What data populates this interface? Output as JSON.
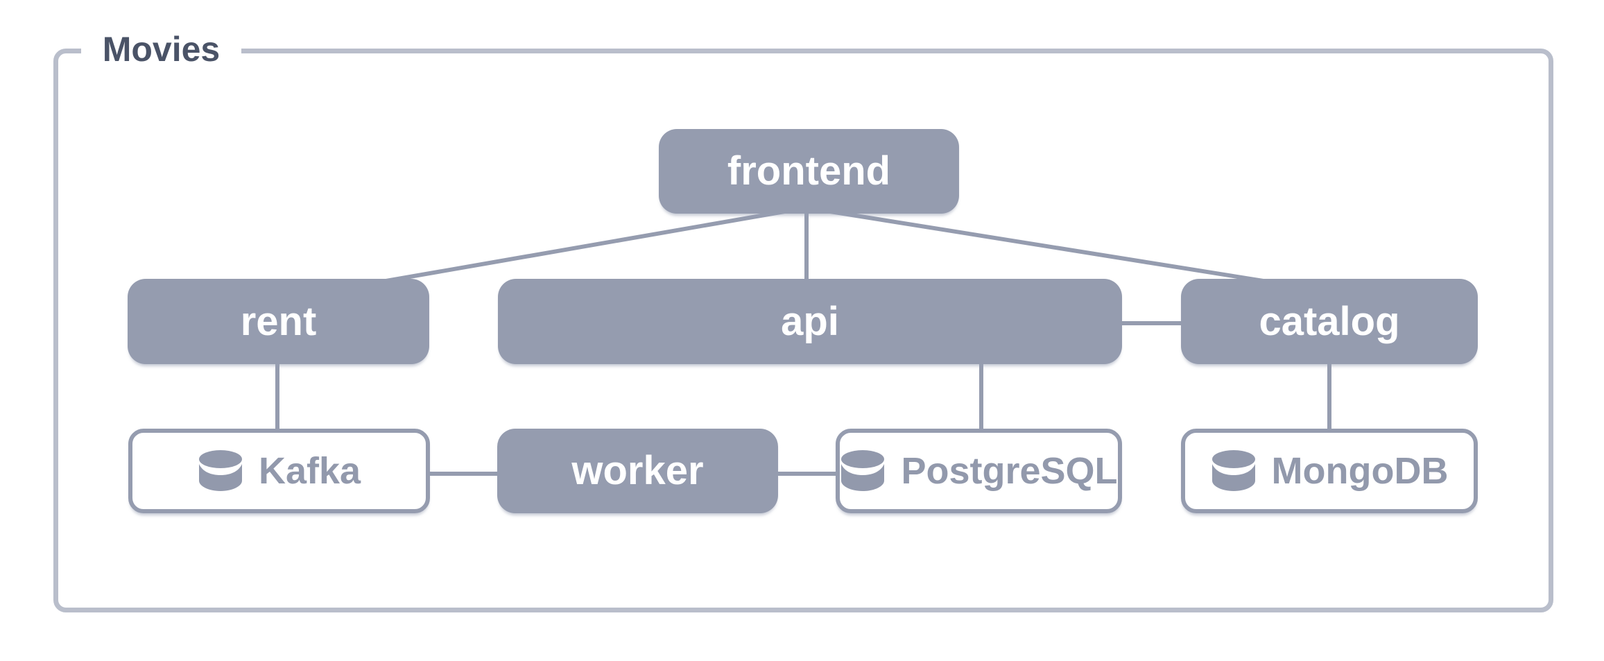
{
  "colors": {
    "background": "#FFFFFF",
    "node_fill": "#959CAF",
    "connector": "#959CAF",
    "box_border": "#B9BECB",
    "title_text": "#4A5367",
    "node_label": "#FFFFFF",
    "label_on_white": "#9299AC"
  },
  "group": {
    "title": "Movies"
  },
  "nodes": {
    "frontend": {
      "label": "frontend",
      "type": "service"
    },
    "rent": {
      "label": "rent",
      "type": "service"
    },
    "api": {
      "label": "api",
      "type": "service"
    },
    "catalog": {
      "label": "catalog",
      "type": "service"
    },
    "kafka": {
      "label": "Kafka",
      "type": "datastore",
      "icon": "database-icon"
    },
    "worker": {
      "label": "worker",
      "type": "service"
    },
    "postgresql": {
      "label": "PostgreSQL",
      "type": "datastore",
      "icon": "database-icon"
    },
    "mongodb": {
      "label": "MongoDB",
      "type": "datastore",
      "icon": "database-icon"
    }
  },
  "edges": [
    {
      "from": "frontend",
      "to": "rent"
    },
    {
      "from": "frontend",
      "to": "api"
    },
    {
      "from": "frontend",
      "to": "catalog"
    },
    {
      "from": "api",
      "to": "catalog"
    },
    {
      "from": "rent",
      "to": "kafka"
    },
    {
      "from": "api",
      "to": "postgresql"
    },
    {
      "from": "kafka",
      "to": "worker"
    },
    {
      "from": "worker",
      "to": "postgresql"
    },
    {
      "from": "catalog",
      "to": "mongodb"
    }
  ]
}
